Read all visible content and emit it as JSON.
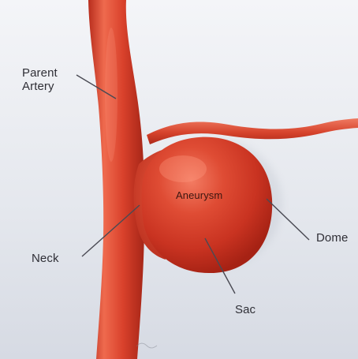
{
  "labels": {
    "parent_artery_line1": "Parent",
    "parent_artery_line2": "Artery",
    "aneurysm": "Aneurysm",
    "neck": "Neck",
    "dome": "Dome",
    "sac": "Sac"
  },
  "colors": {
    "background_top": "#f3f4f8",
    "background_bottom": "#d7dbe4",
    "artery_main": "#d9432d",
    "artery_dark": "#a92617",
    "artery_light": "#f07b61",
    "pointer_line": "#4a4a53"
  }
}
